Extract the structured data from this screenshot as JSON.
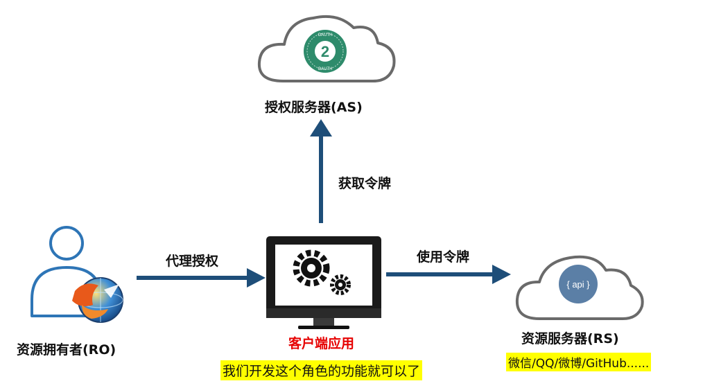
{
  "nodes": {
    "auth_server": {
      "label": "授权服务器(AS)",
      "badge_text": "2",
      "ring_text_top": "OAUTH",
      "ring_text_bottom": "OAUTH"
    },
    "resource_owner": {
      "label": "资源拥有者(RO)"
    },
    "client_app": {
      "label": "客户端应用",
      "note": "我们开发这个角色的功能就可以了"
    },
    "resource_server": {
      "label": "资源服务器(RS)",
      "badge_text": "{ api }",
      "note": "微信/QQ/微博/GitHub......"
    }
  },
  "edges": {
    "get_token": "获取令牌",
    "proxy_auth": "代理授权",
    "use_token": "使用令牌"
  },
  "colors": {
    "arrow": "#1e4e79",
    "cloud_stroke": "#6a6a6a",
    "user_stroke": "#2e75b6",
    "oauth_badge": "#2e8b6b",
    "api_badge": "#5b7fa6",
    "client_label": "#e60000",
    "highlight": "#ffff00"
  },
  "icons": {
    "auth_server": "oauth-badge-icon",
    "resource_owner": "user-with-browser-icon",
    "client_app": "monitor-gears-icon",
    "resource_server": "api-cloud-icon"
  }
}
